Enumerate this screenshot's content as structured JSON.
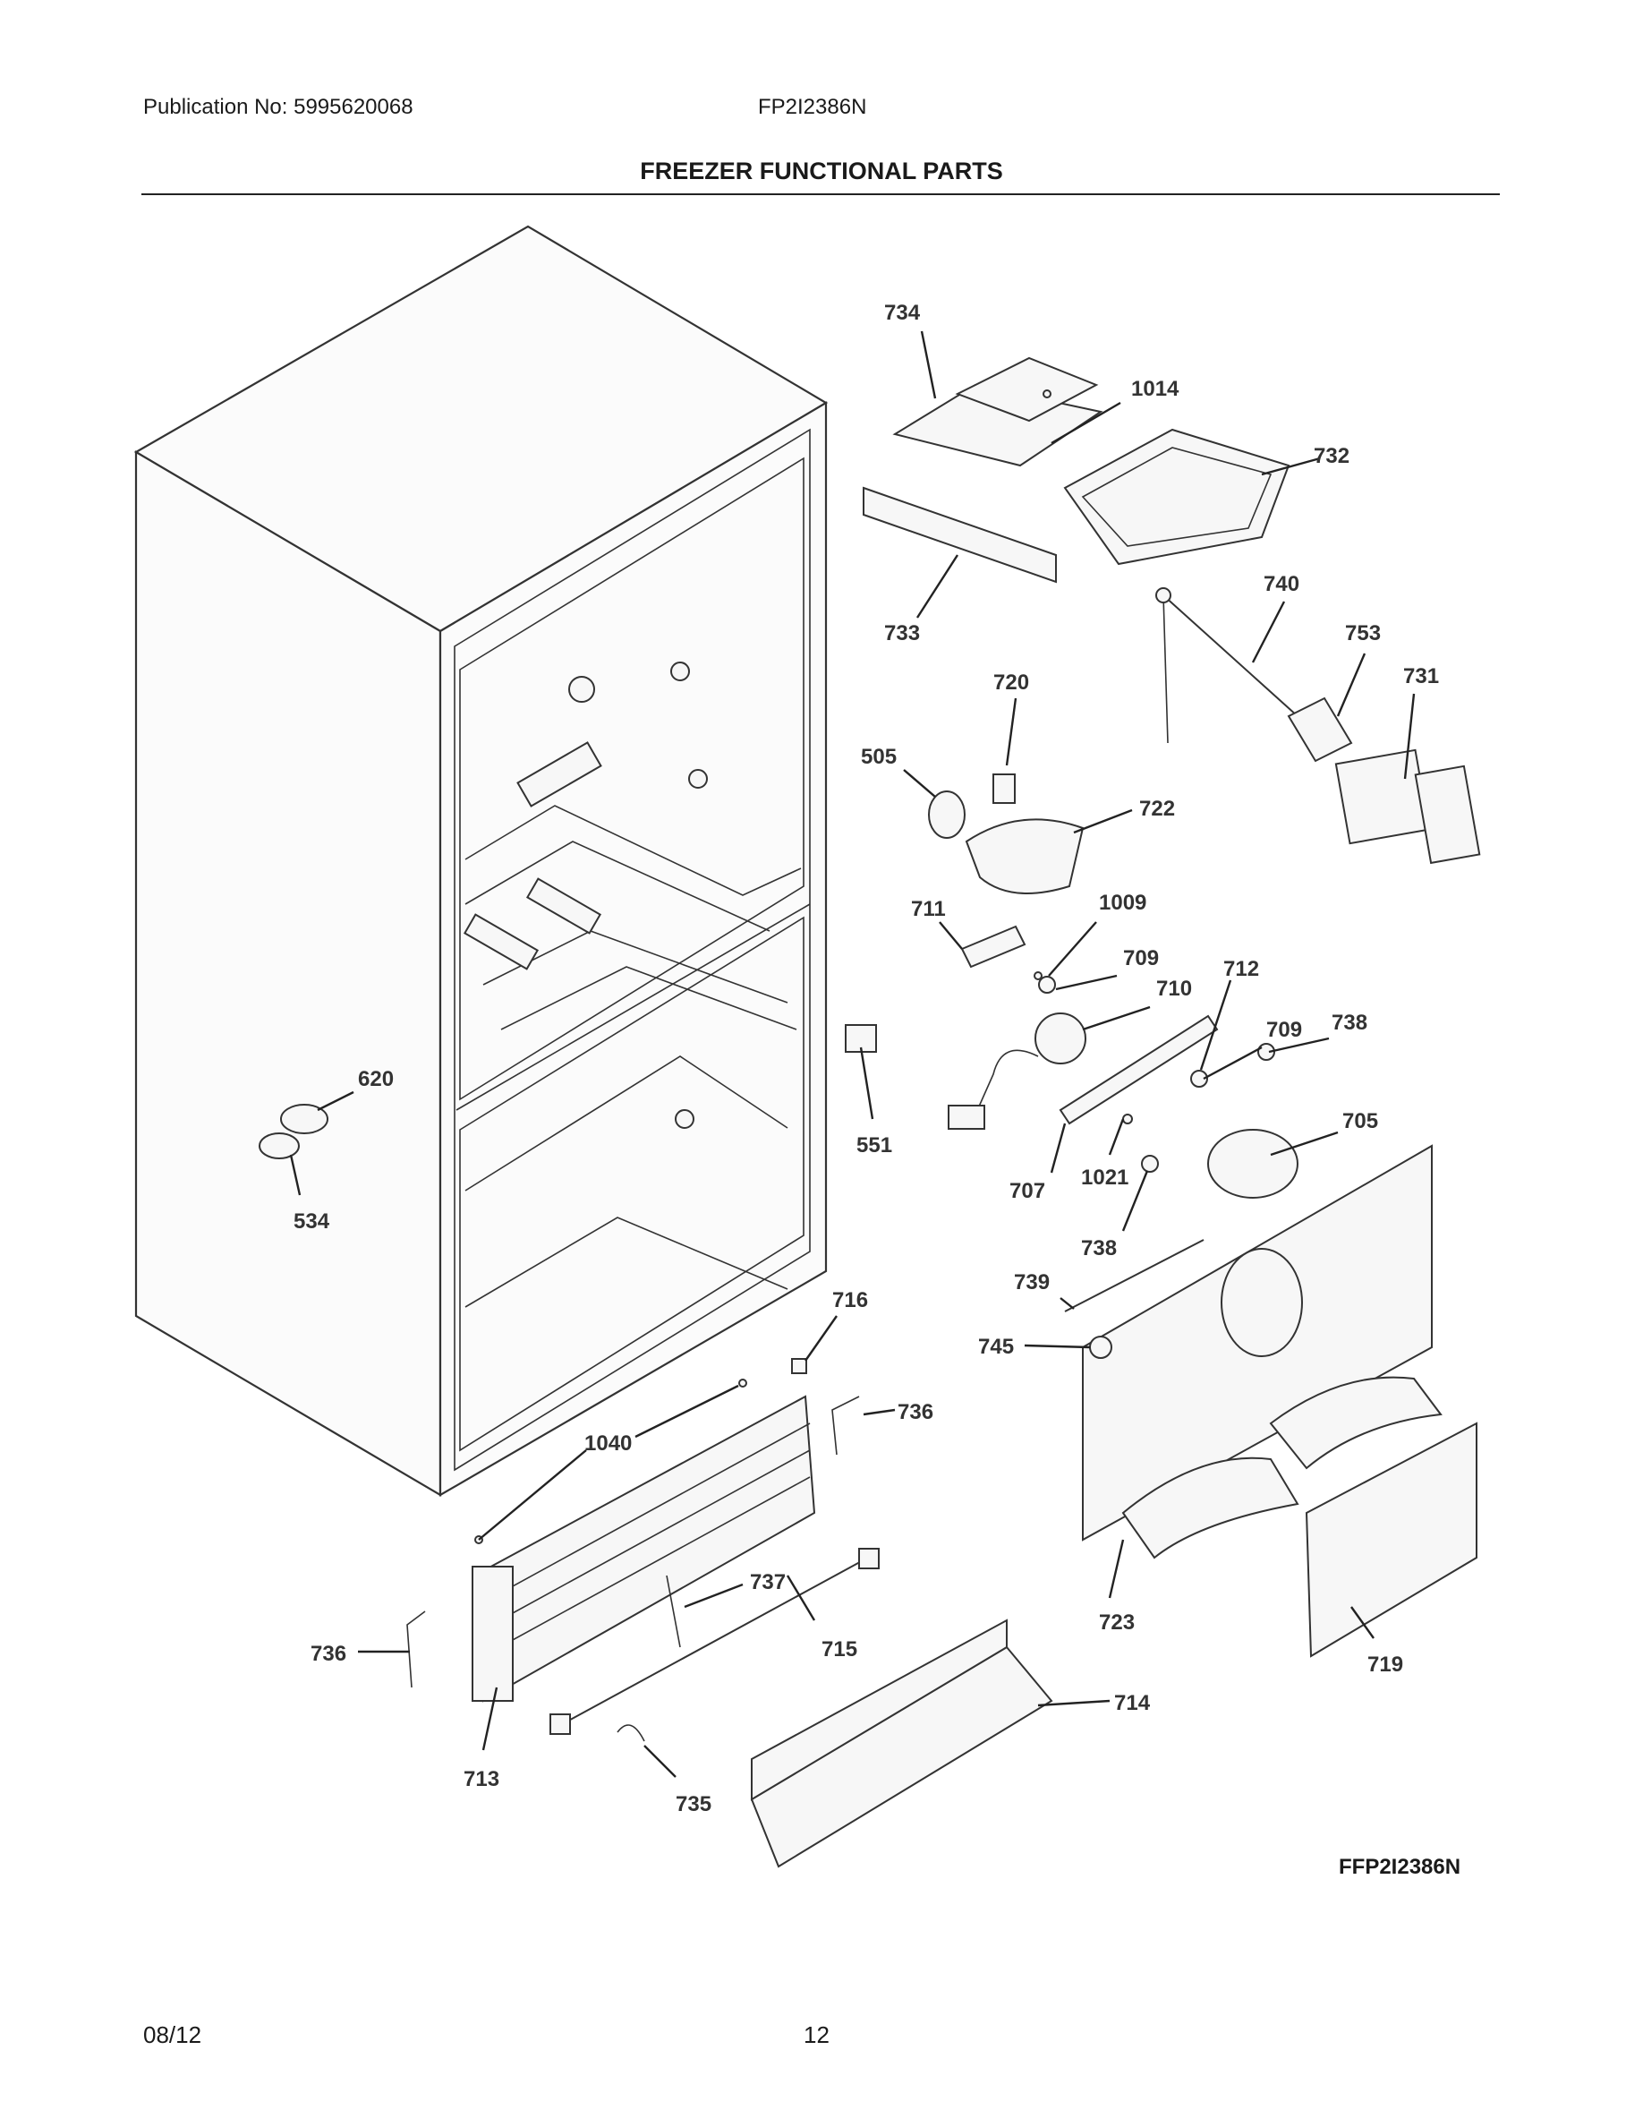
{
  "header": {
    "publication": "Publication No: 5995620068",
    "model": "FP2I2386N",
    "title": "FREEZER FUNCTIONAL PARTS"
  },
  "diagram": {
    "code": "FFP2I2386N",
    "callouts": [
      "734",
      "1014",
      "732",
      "733",
      "740",
      "753",
      "731",
      "720",
      "505",
      "722",
      "711",
      "1009",
      "709",
      "710",
      "712",
      "709",
      "738",
      "620",
      "551",
      "705",
      "534",
      "707",
      "1021",
      "738",
      "739",
      "716",
      "745",
      "736",
      "1040",
      "737",
      "715",
      "723",
      "719",
      "736",
      "714",
      "713",
      "735"
    ]
  },
  "footer": {
    "date": "08/12",
    "page": "12"
  }
}
